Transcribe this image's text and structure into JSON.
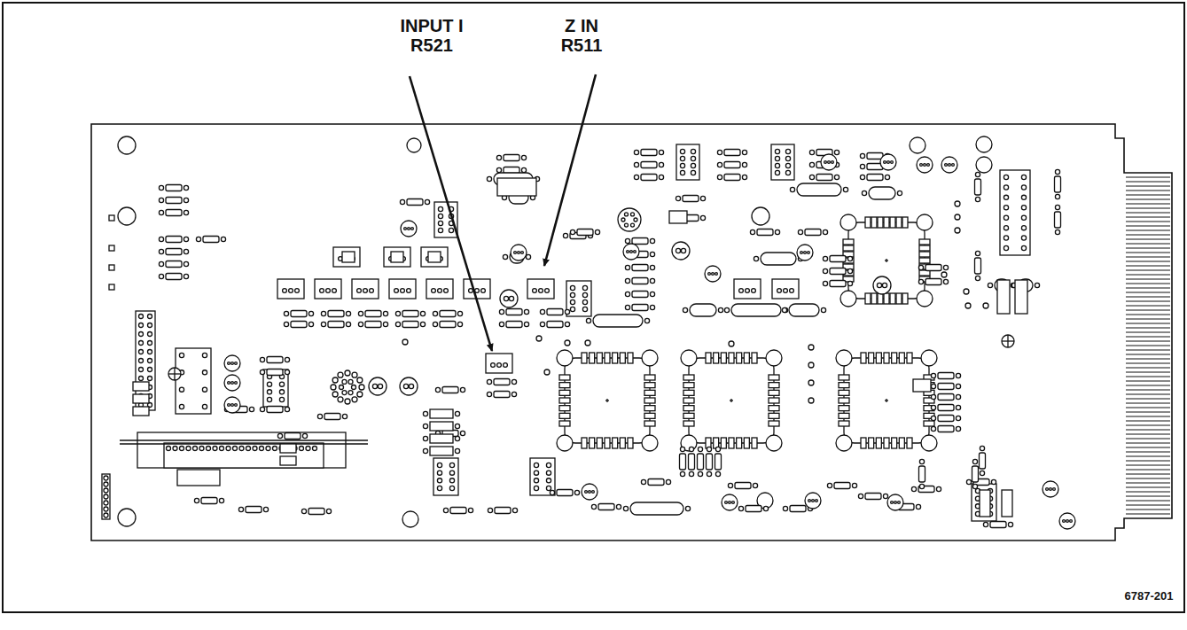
{
  "diagram": {
    "labels": [
      "INPUT I",
      "R521",
      "Z IN",
      "R511",
      "6787-201"
    ]
  }
}
